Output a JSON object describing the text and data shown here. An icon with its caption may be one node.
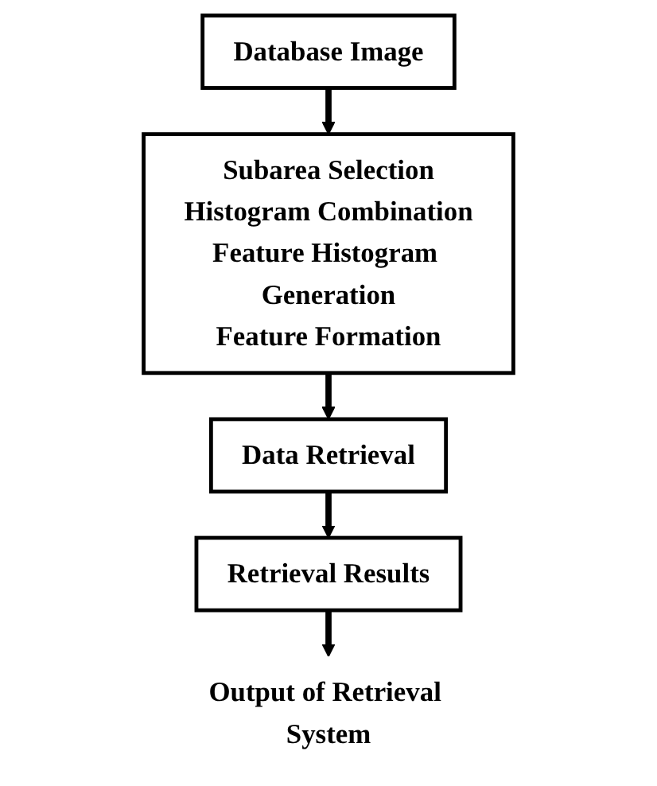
{
  "diagram": {
    "nodes": [
      {
        "text": [
          "Database Image"
        ]
      },
      {
        "text": [
          "Subarea Selection",
          "Histogram Combination",
          "Feature Histogram Generation",
          "Feature Formation"
        ]
      },
      {
        "text": [
          "Data Retrieval"
        ]
      },
      {
        "text": [
          "Retrieval Results"
        ]
      },
      {
        "text": [
          "Output of Retrieval System"
        ]
      }
    ],
    "edges": [
      {
        "from": 0,
        "to": 1,
        "arrow": "to"
      },
      {
        "from": 1,
        "to": 2,
        "arrow": "to"
      },
      {
        "from": 2,
        "to": 3,
        "arrow": "to"
      },
      {
        "from": 3,
        "to": 4,
        "arrow": "to"
      }
    ]
  }
}
